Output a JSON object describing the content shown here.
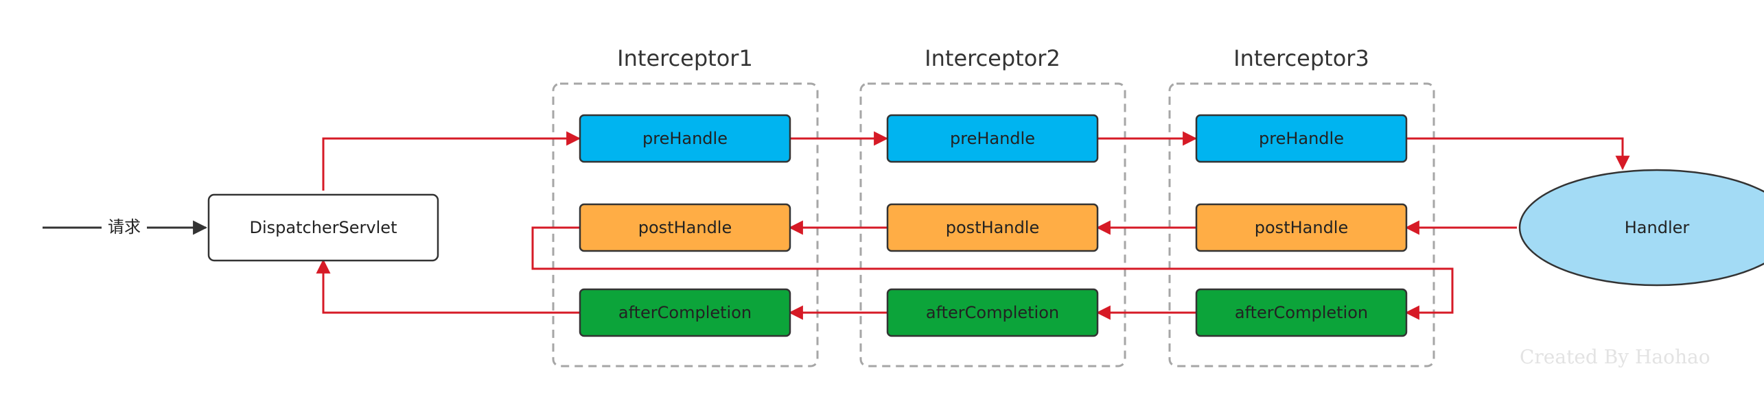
{
  "request": {
    "label": "请求"
  },
  "dispatcher": {
    "label": "DispatcherServlet"
  },
  "handler": {
    "label": "Handler"
  },
  "interceptors": [
    {
      "title": "Interceptor1",
      "pre": "preHandle",
      "post": "postHandle",
      "after": "afterCompletion"
    },
    {
      "title": "Interceptor2",
      "pre": "preHandle",
      "post": "postHandle",
      "after": "afterCompletion"
    },
    {
      "title": "Interceptor3",
      "pre": "preHandle",
      "post": "postHandle",
      "after": "afterCompletion"
    }
  ],
  "watermark": "Created By Haohao",
  "colors": {
    "pre": "#00b4f0",
    "post": "#ffad45",
    "after": "#0ca43a",
    "handler": "#a3dbf5",
    "arrow": "#d61a26",
    "group_border": "#a6a6a6",
    "node_border": "#333333"
  }
}
